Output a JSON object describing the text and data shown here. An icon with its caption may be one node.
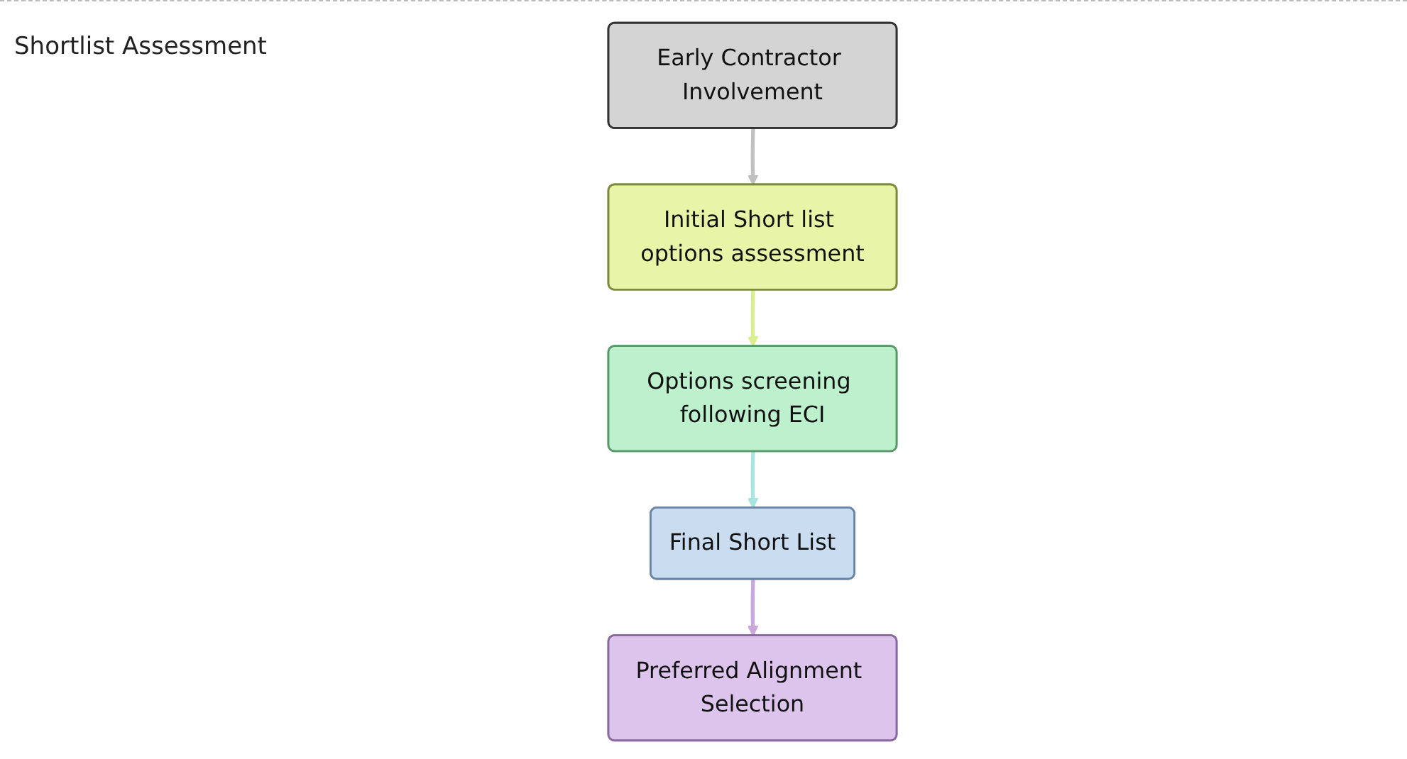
{
  "diagram": {
    "nodes": [
      {
        "text": [
          "Initial Short list options assessment"
        ]
      },
      {
        "text": [
          "Early Contractor Involvement"
        ]
      },
      {
        "text": [
          "Options screening following ECI"
        ]
      },
      {
        "text": [
          "Final Short List"
        ]
      },
      {
        "text": [
          "Preferred Alignment Selection"
        ]
      }
    ],
    "edges": [
      {
        "from": 1,
        "to": 0,
        "arrow": "to",
        "color": "#c0c0c0"
      },
      {
        "from": 0,
        "to": 2,
        "arrow": "to",
        "color": "#d8ef90"
      },
      {
        "from": 2,
        "to": 3,
        "arrow": "to",
        "color": "#a8e4e0"
      },
      {
        "from": 3,
        "to": 4,
        "arrow": "to",
        "color": "#c8a8dc"
      }
    ],
    "labels": [
      "Shortlist Assessment"
    ]
  }
}
